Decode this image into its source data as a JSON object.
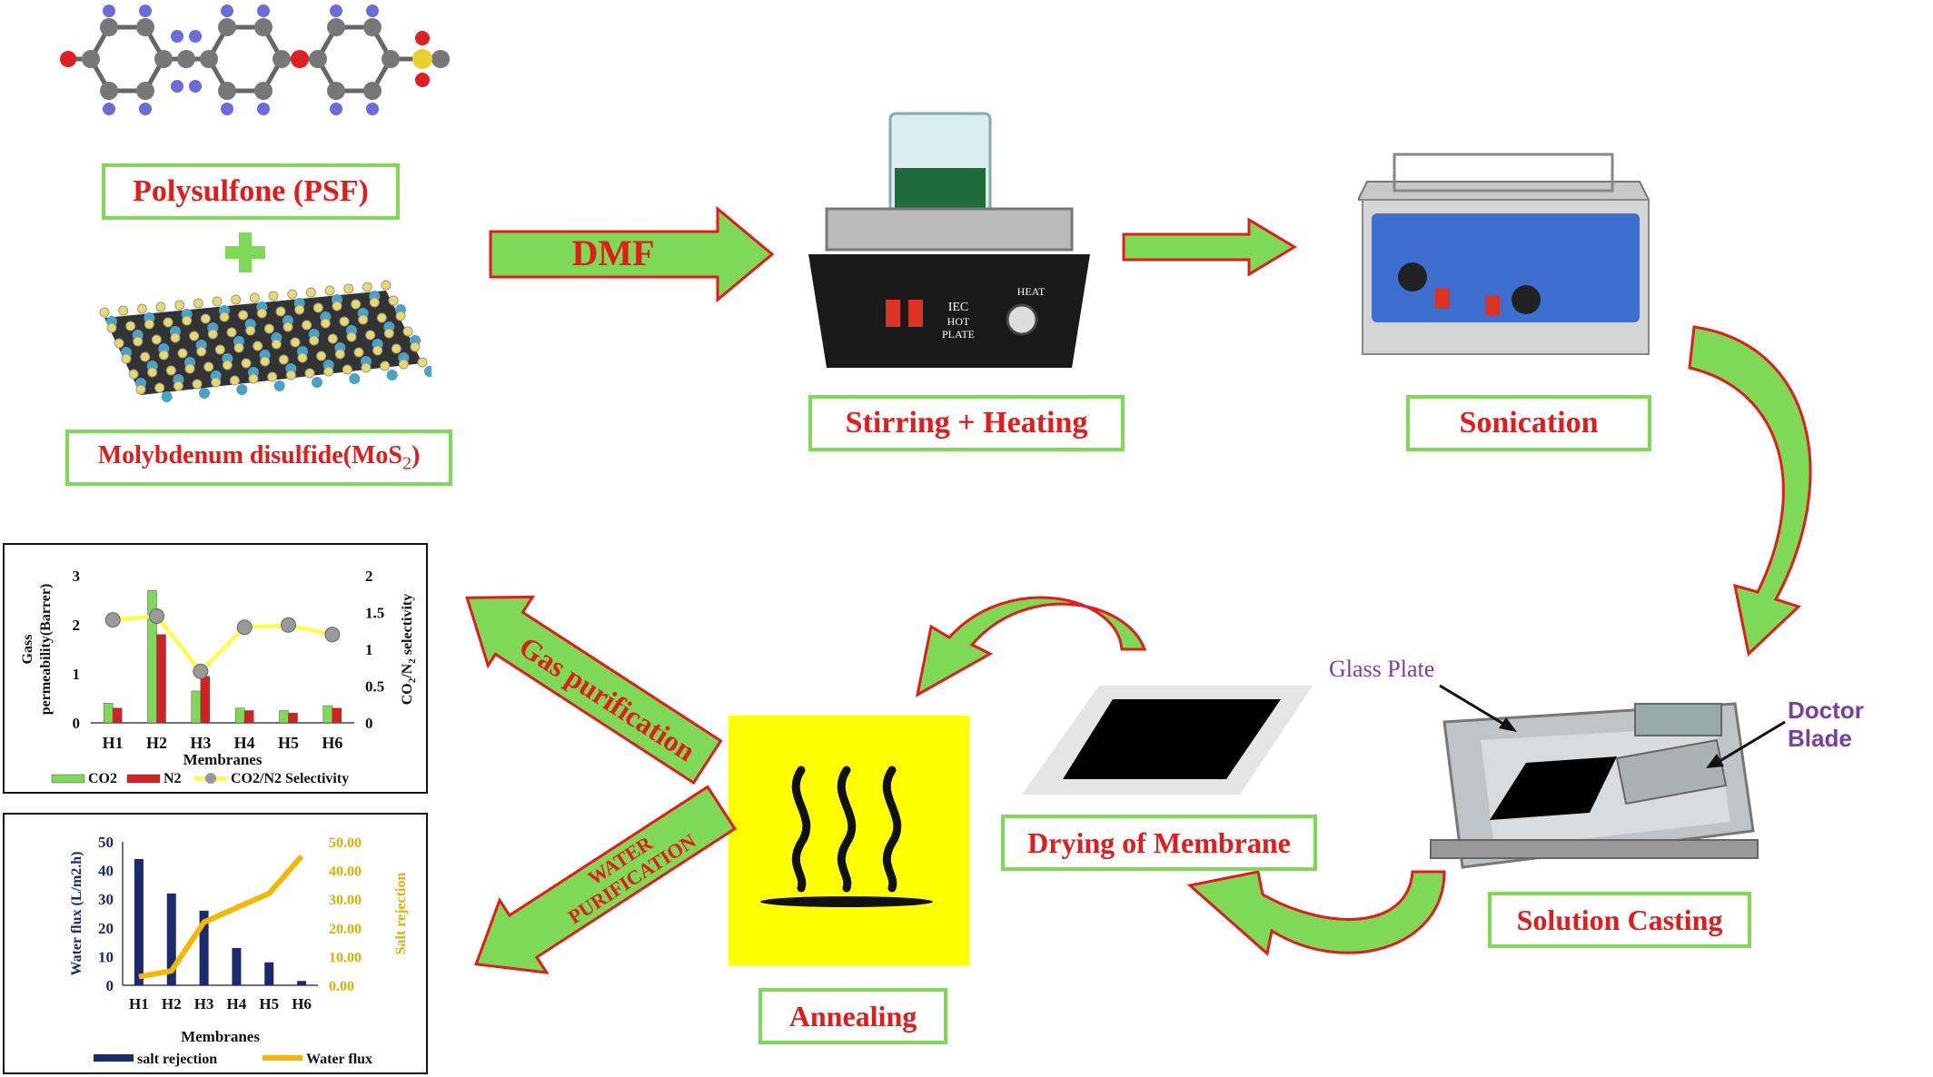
{
  "materials": {
    "polymer_label": "Polysulfone (PSF)",
    "plus": "+",
    "mos2_label_main": "Molybdenum disulfide(MoS",
    "mos2_label_sub": "2",
    "mos2_label_end": ")"
  },
  "steps": {
    "solvent_arrow": "DMF",
    "stirring": "Stirring + Heating",
    "sonication": "Sonication",
    "casting": "Solution Casting",
    "glass_plate": "Glass Plate",
    "doctor_blade": "Doctor Blade",
    "drying": "Drying of Membrane",
    "annealing": "Annealing",
    "gas_arrow": "Gas purification",
    "water_arrow_line1": "WATER",
    "water_arrow_line2": "PURIFICATION"
  },
  "hotplate": {
    "brand": "IEC",
    "line1": "HOT",
    "line2": "PLATE",
    "heat": "HEAT"
  },
  "colors": {
    "label_border": "#7ed957",
    "label_text": "#e41b1b",
    "arrow_fill": "#7ed957",
    "arrow_stroke": "#e41b1b",
    "annealing_bg": "#ffff00"
  },
  "chart_data": [
    {
      "type": "bar",
      "categories": [
        "H1",
        "H2",
        "H3",
        "H4",
        "H5",
        "H6"
      ],
      "series": [
        {
          "name": "CO2",
          "axis": "left",
          "kind": "bar",
          "color": "#7ed957",
          "values": [
            0.4,
            2.7,
            0.65,
            0.3,
            0.25,
            0.35
          ]
        },
        {
          "name": "N2",
          "axis": "left",
          "kind": "bar",
          "color": "#d42020",
          "values": [
            0.3,
            1.8,
            0.95,
            0.25,
            0.2,
            0.3
          ]
        },
        {
          "name": "CO2/N2 Selectivity",
          "axis": "right",
          "kind": "line",
          "color": "#ffff33",
          "values": [
            1.4,
            1.45,
            0.7,
            1.3,
            1.33,
            1.2
          ]
        }
      ],
      "xlabel": "Membranes",
      "ylabel_line1": "Gass",
      "ylabel_line2": "permeability(Barrer)",
      "y2label_main": "CO",
      "y2label_sub1": "2",
      "y2label_mid": "/N",
      "y2label_sub2": "2",
      "y2label_end": " selectivity",
      "ylim": [
        0,
        3
      ],
      "y2lim": [
        0,
        2
      ],
      "yticks": [
        "0",
        "1",
        "2",
        "3"
      ],
      "y2ticks": [
        "0",
        "0.5",
        "1",
        "1.5",
        "2"
      ],
      "legend_position": "bottom"
    },
    {
      "type": "bar",
      "categories": [
        "H1",
        "H2",
        "H3",
        "H4",
        "H5",
        "H6"
      ],
      "series": [
        {
          "name": "salt rejection",
          "axis": "left",
          "kind": "bar",
          "color": "#1a2a6c",
          "values": [
            44,
            32,
            26,
            13,
            8,
            1.5
          ]
        },
        {
          "name": "Water flux",
          "axis": "right",
          "kind": "line",
          "color": "#f5b800",
          "values": [
            3,
            5,
            22,
            27,
            32,
            45
          ]
        }
      ],
      "xlabel": "Membranes",
      "ylabel": "Water flux (L/m2.h)",
      "y2label": "Salt rejection",
      "ylim": [
        0,
        50
      ],
      "y2lim": [
        0,
        50
      ],
      "yticks": [
        "0",
        "10",
        "20",
        "30",
        "40",
        "50"
      ],
      "y2ticks": [
        "0.00",
        "10.00",
        "20.00",
        "30.00",
        "40.00",
        "50.00"
      ],
      "legend_position": "bottom"
    }
  ]
}
